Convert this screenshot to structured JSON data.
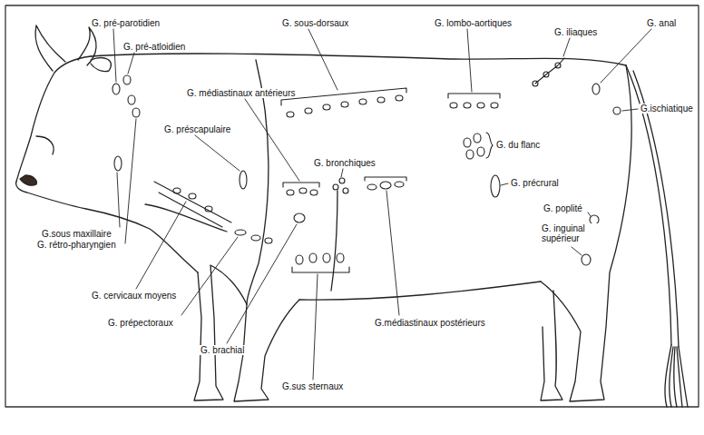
{
  "diagram": {
    "labels": [
      "G. pré-parotidien",
      "G. pré-atloidien",
      "G. sous-dorsaux",
      "G. lombo-aortiques",
      "G. iliaques",
      "G. anal",
      "G. médiastinaux antérieurs",
      "G. préscapulaire",
      "G. bronchiques",
      "G. du flanc",
      "G.ischiatique",
      "G. précrural",
      "G.sous maxillaire",
      "G. rétro-pharyngien",
      "G. cervicaux moyens",
      "G. poplité",
      "G. inguinal supérieur",
      "G. prépectoraux",
      "G. brachial",
      "G.sus sternaux",
      "G.médiastinaux postérieurs"
    ]
  }
}
